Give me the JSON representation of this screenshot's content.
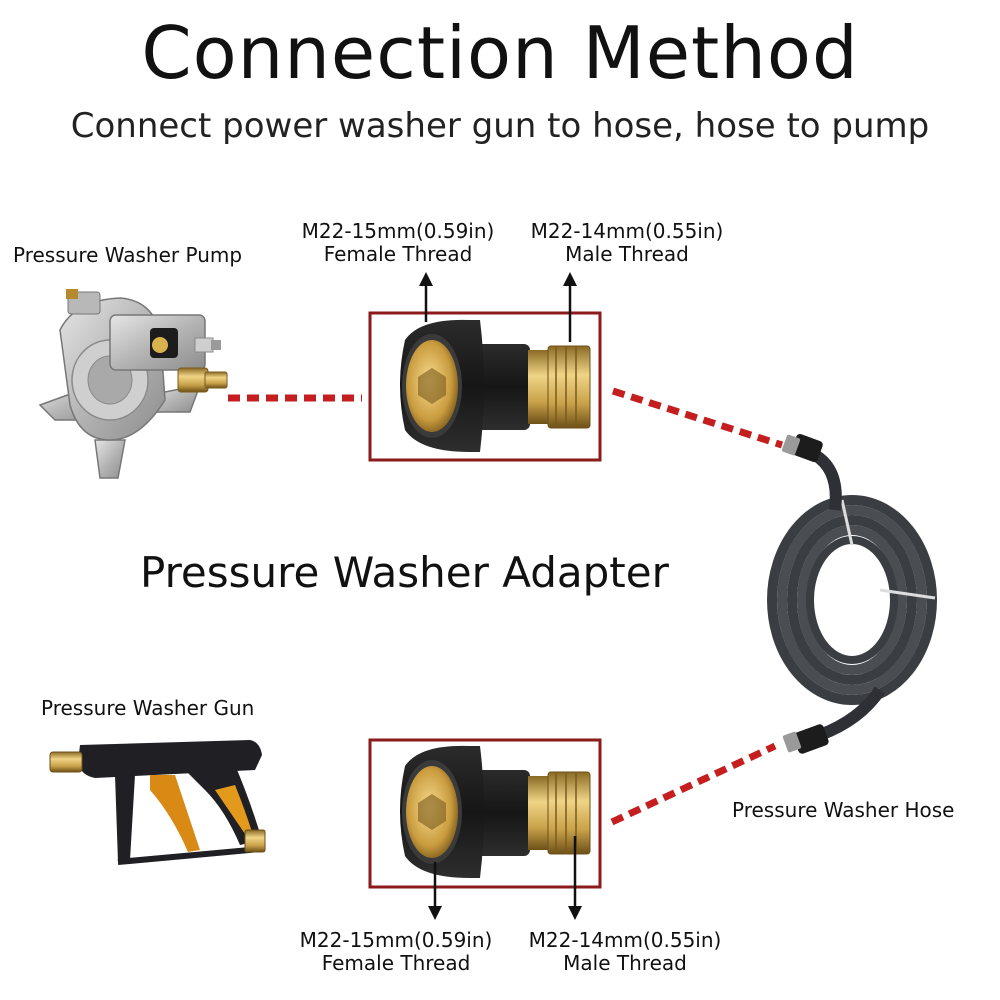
{
  "title": "Connection Method",
  "subtitle": "Connect power washer gun to hose, hose to pump",
  "center_label": "Pressure Washer Adapter",
  "components": {
    "pump": "Pressure Washer Pump",
    "gun": "Pressure Washer Gun",
    "hose": "Pressure Washer Hose"
  },
  "top_adapter": {
    "female_spec": "M22-15mm(0.59in)",
    "female_label": "Female Thread",
    "male_spec": "M22-14mm(0.55in)",
    "male_label": "Male Thread"
  },
  "bottom_adapter": {
    "female_spec": "M22-15mm(0.59in)",
    "female_label": "Female Thread",
    "male_spec": "M22-14mm(0.55in)",
    "male_label": "Male Thread"
  },
  "colors": {
    "frame": "#8b1a1a",
    "dash": "#c41e1e",
    "fitting_body": "#1e1e1e",
    "brass": "#c9a24a",
    "hose": "#3a3d42"
  }
}
